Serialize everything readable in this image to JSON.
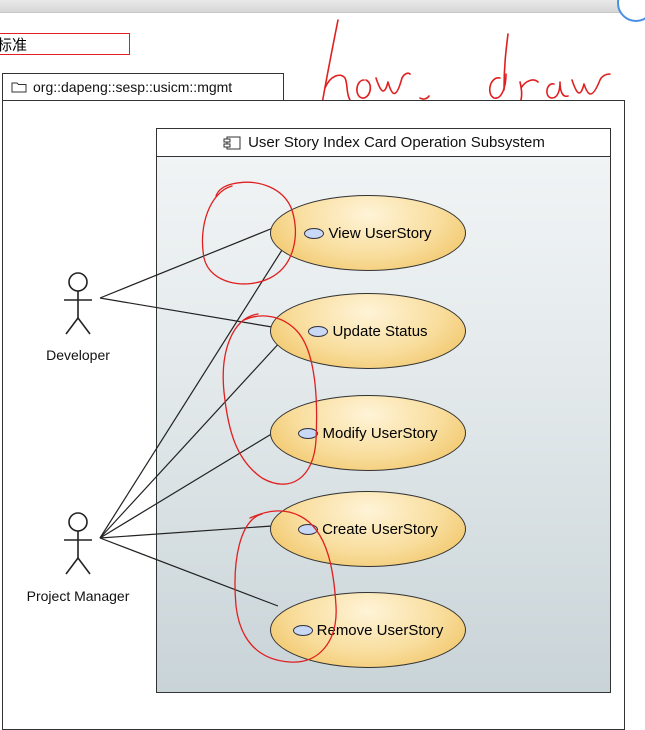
{
  "header_label": "标准",
  "package": {
    "name": "org::dapeng::sesp::usicm::mgmt"
  },
  "subsystem": {
    "title": "User Story Index Card Operation Subsystem"
  },
  "actors": [
    {
      "name": "Developer"
    },
    {
      "name": "Project Manager"
    }
  ],
  "use_cases": [
    {
      "label": "View UserStory"
    },
    {
      "label": "Update Status"
    },
    {
      "label": "Modify UserStory"
    },
    {
      "label": "Create UserStory"
    },
    {
      "label": "Remove UserStory"
    }
  ],
  "associations": [
    {
      "actor": "Developer",
      "use_case": "View UserStory"
    },
    {
      "actor": "Developer",
      "use_case": "Update Status"
    },
    {
      "actor": "Project Manager",
      "use_case": "View UserStory"
    },
    {
      "actor": "Project Manager",
      "use_case": "Update Status"
    },
    {
      "actor": "Project Manager",
      "use_case": "Modify UserStory"
    },
    {
      "actor": "Project Manager",
      "use_case": "Create UserStory"
    },
    {
      "actor": "Project Manager",
      "use_case": "Remove UserStory"
    }
  ],
  "handwriting": "how, draw",
  "colors": {
    "annotation_red": "#e02020",
    "use_case_fill": "#f8dc9a",
    "subsystem_fill": "#d6dfe2"
  }
}
